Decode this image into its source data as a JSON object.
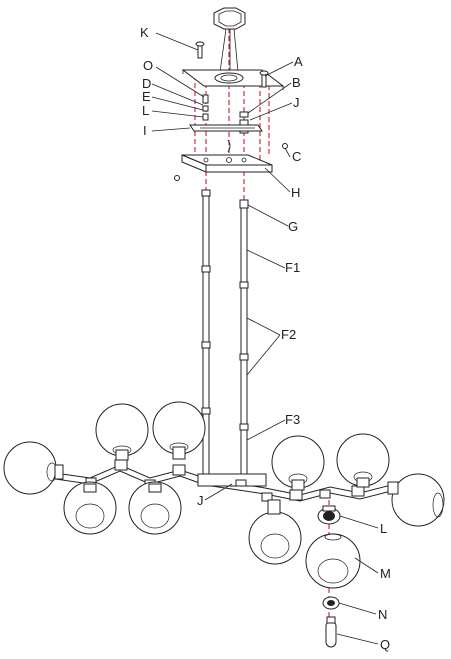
{
  "figure": {
    "labels": {
      "K": "K",
      "O": "O",
      "D": "D",
      "E": "E",
      "L_top": "L",
      "I": "I",
      "A": "A",
      "B": "B",
      "J_top": "J",
      "C": "C",
      "H": "H",
      "G": "G",
      "F1": "F1",
      "F2": "F2",
      "F3": "F3",
      "J_bottom": "J",
      "L_bottom": "L",
      "M": "M",
      "N": "N",
      "Q": "Q"
    },
    "colors": {
      "line": "#222222",
      "axis": "#d0021b",
      "background": "#ffffff"
    }
  }
}
